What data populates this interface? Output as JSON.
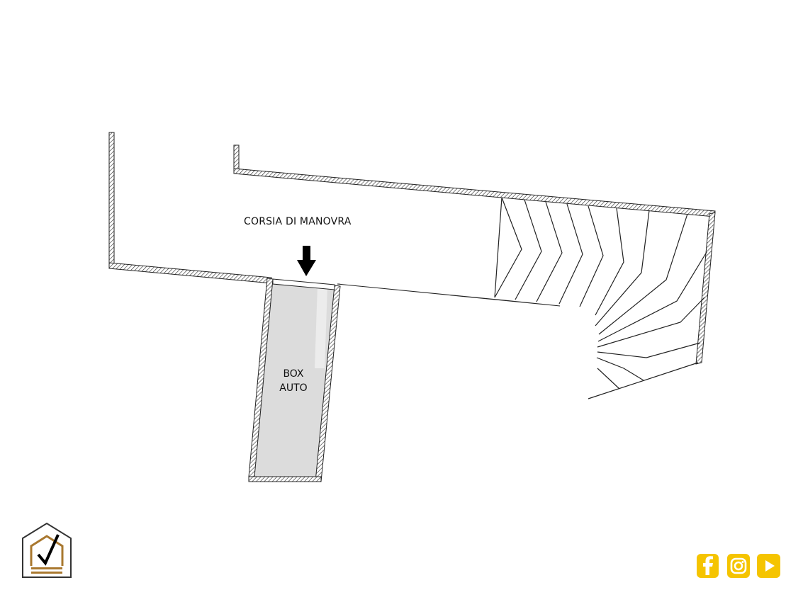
{
  "labels": {
    "corsia": "CORSIA DI MANOVRA",
    "box_line1": "BOX",
    "box_line2": "AUTO"
  },
  "colors": {
    "wall_outline": "#222222",
    "box_fill": "#dcdcdc",
    "social_accent": "#f5c400",
    "logo_brown": "#a9782f"
  },
  "icons": {
    "logo": "house-check-logo-icon",
    "facebook": "facebook-icon",
    "instagram": "instagram-icon",
    "youtube": "youtube-icon",
    "arrow": "arrow-down-icon"
  }
}
